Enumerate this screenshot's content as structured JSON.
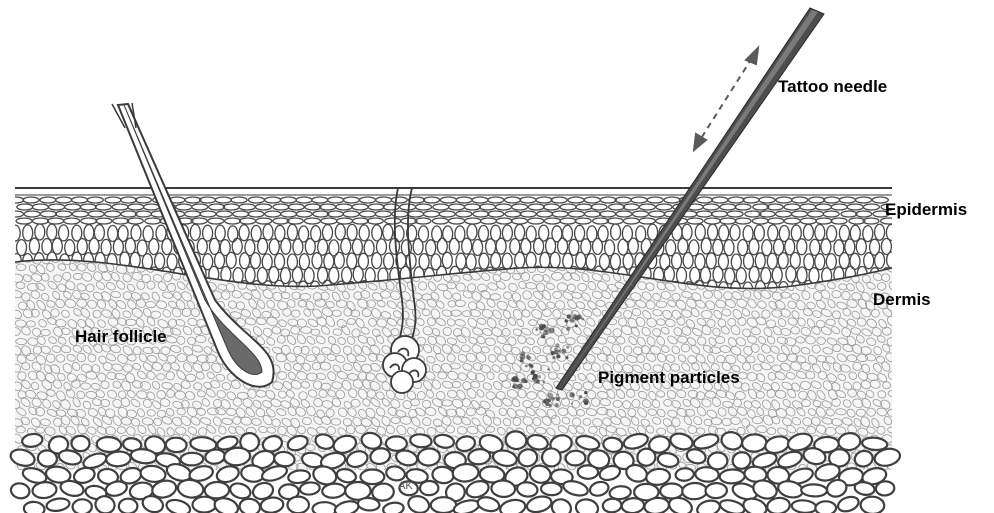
{
  "labels": {
    "tattoo_needle": "Tattoo needle",
    "epidermis": "Epidermis",
    "dermis": "Dermis",
    "hair_follicle": "Hair follicle",
    "pigment_particles": "Pigment particles",
    "artist_mark": "AK"
  },
  "colors": {
    "ink": "#3a3a3a",
    "cell_outline": "#8a8a8a",
    "dermis_fill": "#f4f4f4",
    "pigment": "#555555"
  }
}
